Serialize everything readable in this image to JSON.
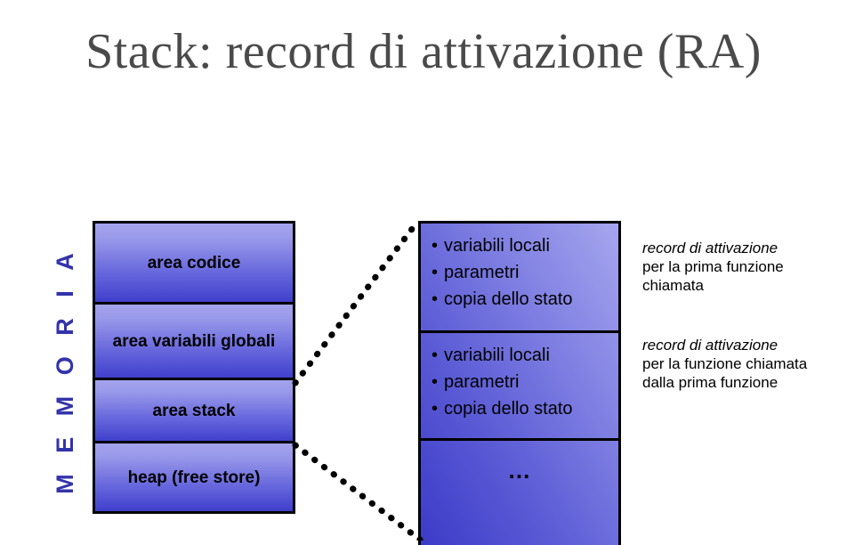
{
  "title": "Stack: record di attivazione (RA)",
  "memory": {
    "axis_label": "M E M O R I A",
    "blocks": [
      {
        "label": "area codice"
      },
      {
        "label": "area variabili globali"
      },
      {
        "label": "area stack"
      },
      {
        "label": "heap (free store)"
      }
    ]
  },
  "activation_records": {
    "blocks": [
      {
        "bullets": [
          "variabili locali",
          "parametri",
          "copia dello stato"
        ]
      },
      {
        "bullets": [
          "variabili locali",
          "parametri",
          "copia dello stato"
        ]
      },
      {
        "ellipsis": "…"
      }
    ]
  },
  "annotations": [
    {
      "title": "record di attivazione",
      "body": "per la prima funzione chiamata"
    },
    {
      "title": "record di attivazione",
      "body": "per la funzione chiamata dalla prima funzione"
    }
  ],
  "colors": {
    "title_text": "#4a4a4a",
    "memoria_label": "#3333aa",
    "block_gradient_light": "#a3a3ec",
    "block_gradient_dark": "#3f3fcc",
    "block_border": "#000000",
    "connector_dot": "#000000"
  },
  "bullet_glyph": "•"
}
